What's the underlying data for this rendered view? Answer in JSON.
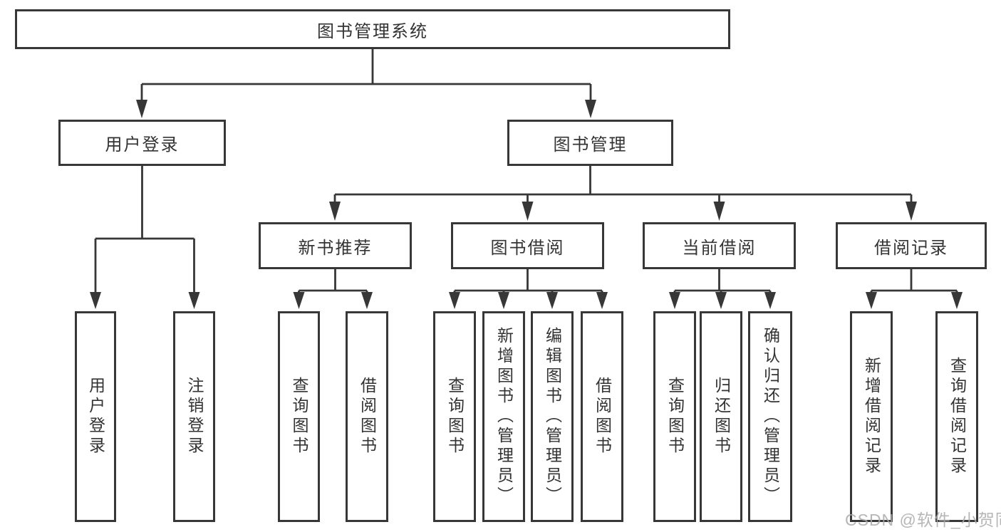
{
  "root": {
    "label": "图书管理系统"
  },
  "level2": {
    "user": {
      "label": "用户登录"
    },
    "books": {
      "label": "图书管理"
    }
  },
  "level3": {
    "recommend": {
      "label": "新书推荐"
    },
    "borrow": {
      "label": "图书借阅"
    },
    "current": {
      "label": "当前借阅"
    },
    "records": {
      "label": "借阅记录"
    }
  },
  "leaves": {
    "user_login": "用户登录",
    "user_logout": "注销登录",
    "rec_query": "查询图书",
    "rec_borrow": "借阅图书",
    "bor_query": "查询图书",
    "bor_add": "新增图书（管理员）",
    "bor_edit": "编辑图书（管理员）",
    "bor_borrow": "借阅图书",
    "cur_query": "查询图书",
    "cur_return": "归还图书",
    "cur_confirm": "确认归还（管理员）",
    "rcd_add": "新增借阅记录",
    "rcd_query": "查询借阅记录"
  },
  "watermark": {
    "text": "CSDN @软件_小贺同学"
  },
  "colors": {
    "line": "#373737",
    "text": "#333333",
    "watermark": "#aaaaaa",
    "background": "#ffffff"
  }
}
